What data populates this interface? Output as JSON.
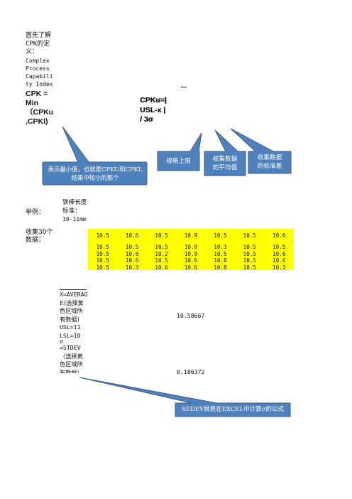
{
  "definition": {
    "intro_lines": [
      "首先了解",
      "CPK的定",
      "义："
    ],
    "english_lines": [
      "Complex",
      "Process",
      "Capabili",
      "ty Index"
    ],
    "cpk_label": "CPK =",
    "min_label": "Min",
    "paren_lines": [
      "（CPKu",
      ",CPKl)"
    ]
  },
  "formula": {
    "lines": [
      "CPKu=|",
      "USL-x |",
      "/ 3σ"
    ]
  },
  "callouts": {
    "min_note_lines": [
      "表示最小值，也就是CPKU和CPKL",
      "结果中较小的那个"
    ],
    "usl_note": "规格上限",
    "mean_note_lines": [
      "收集数据",
      "的平均值"
    ],
    "std_note_lines": [
      "收集数据",
      "的标准差"
    ],
    "sedev_note": "SEDEV就是在EXCEL中计算σ的公式"
  },
  "example": {
    "label": "举例：",
    "lines": [
      "铁棒长度",
      "标准："
    ],
    "spec_range": "10-11mm",
    "collect_lines": [
      "收集30个",
      "数据："
    ]
  },
  "data_table": [
    [
      "10.5",
      "10.6",
      "10.5",
      "10.9",
      "10.5",
      "10.5",
      "10.6"
    ],
    [
      "10.5",
      "10.5",
      "10.5",
      "10.9",
      "10.3",
      "10.5",
      "10.5"
    ],
    [
      "10.5",
      "10.6",
      "10.2",
      "10.9",
      "10.5",
      "10.5",
      "10.6"
    ],
    [
      "10.5",
      "10.6",
      "10.5",
      "10.6",
      "10.8",
      "10.5",
      "10.6"
    ],
    [
      "10.5",
      "10.3",
      "10.6",
      "10.6",
      "10.8",
      "10.5",
      "10.3"
    ]
  ],
  "calc": {
    "mean_formula_lines": [
      "X=AVERAG",
      "E(选择黄",
      "色区域所",
      "有数据)"
    ],
    "usl_line": "USL=11",
    "lsl_line": "LSL=10",
    "sigma_glyph": "σ",
    "stdev_formula_lines": [
      "=STDEV",
      "（选择黄",
      "色区域所",
      "有数据）"
    ],
    "mean_value": "10.58667",
    "std_value": "0.186372"
  },
  "colors": {
    "callout_fill": "#4f81bd",
    "callout_stroke": "#385d8a",
    "highlight": "#ffff00"
  }
}
